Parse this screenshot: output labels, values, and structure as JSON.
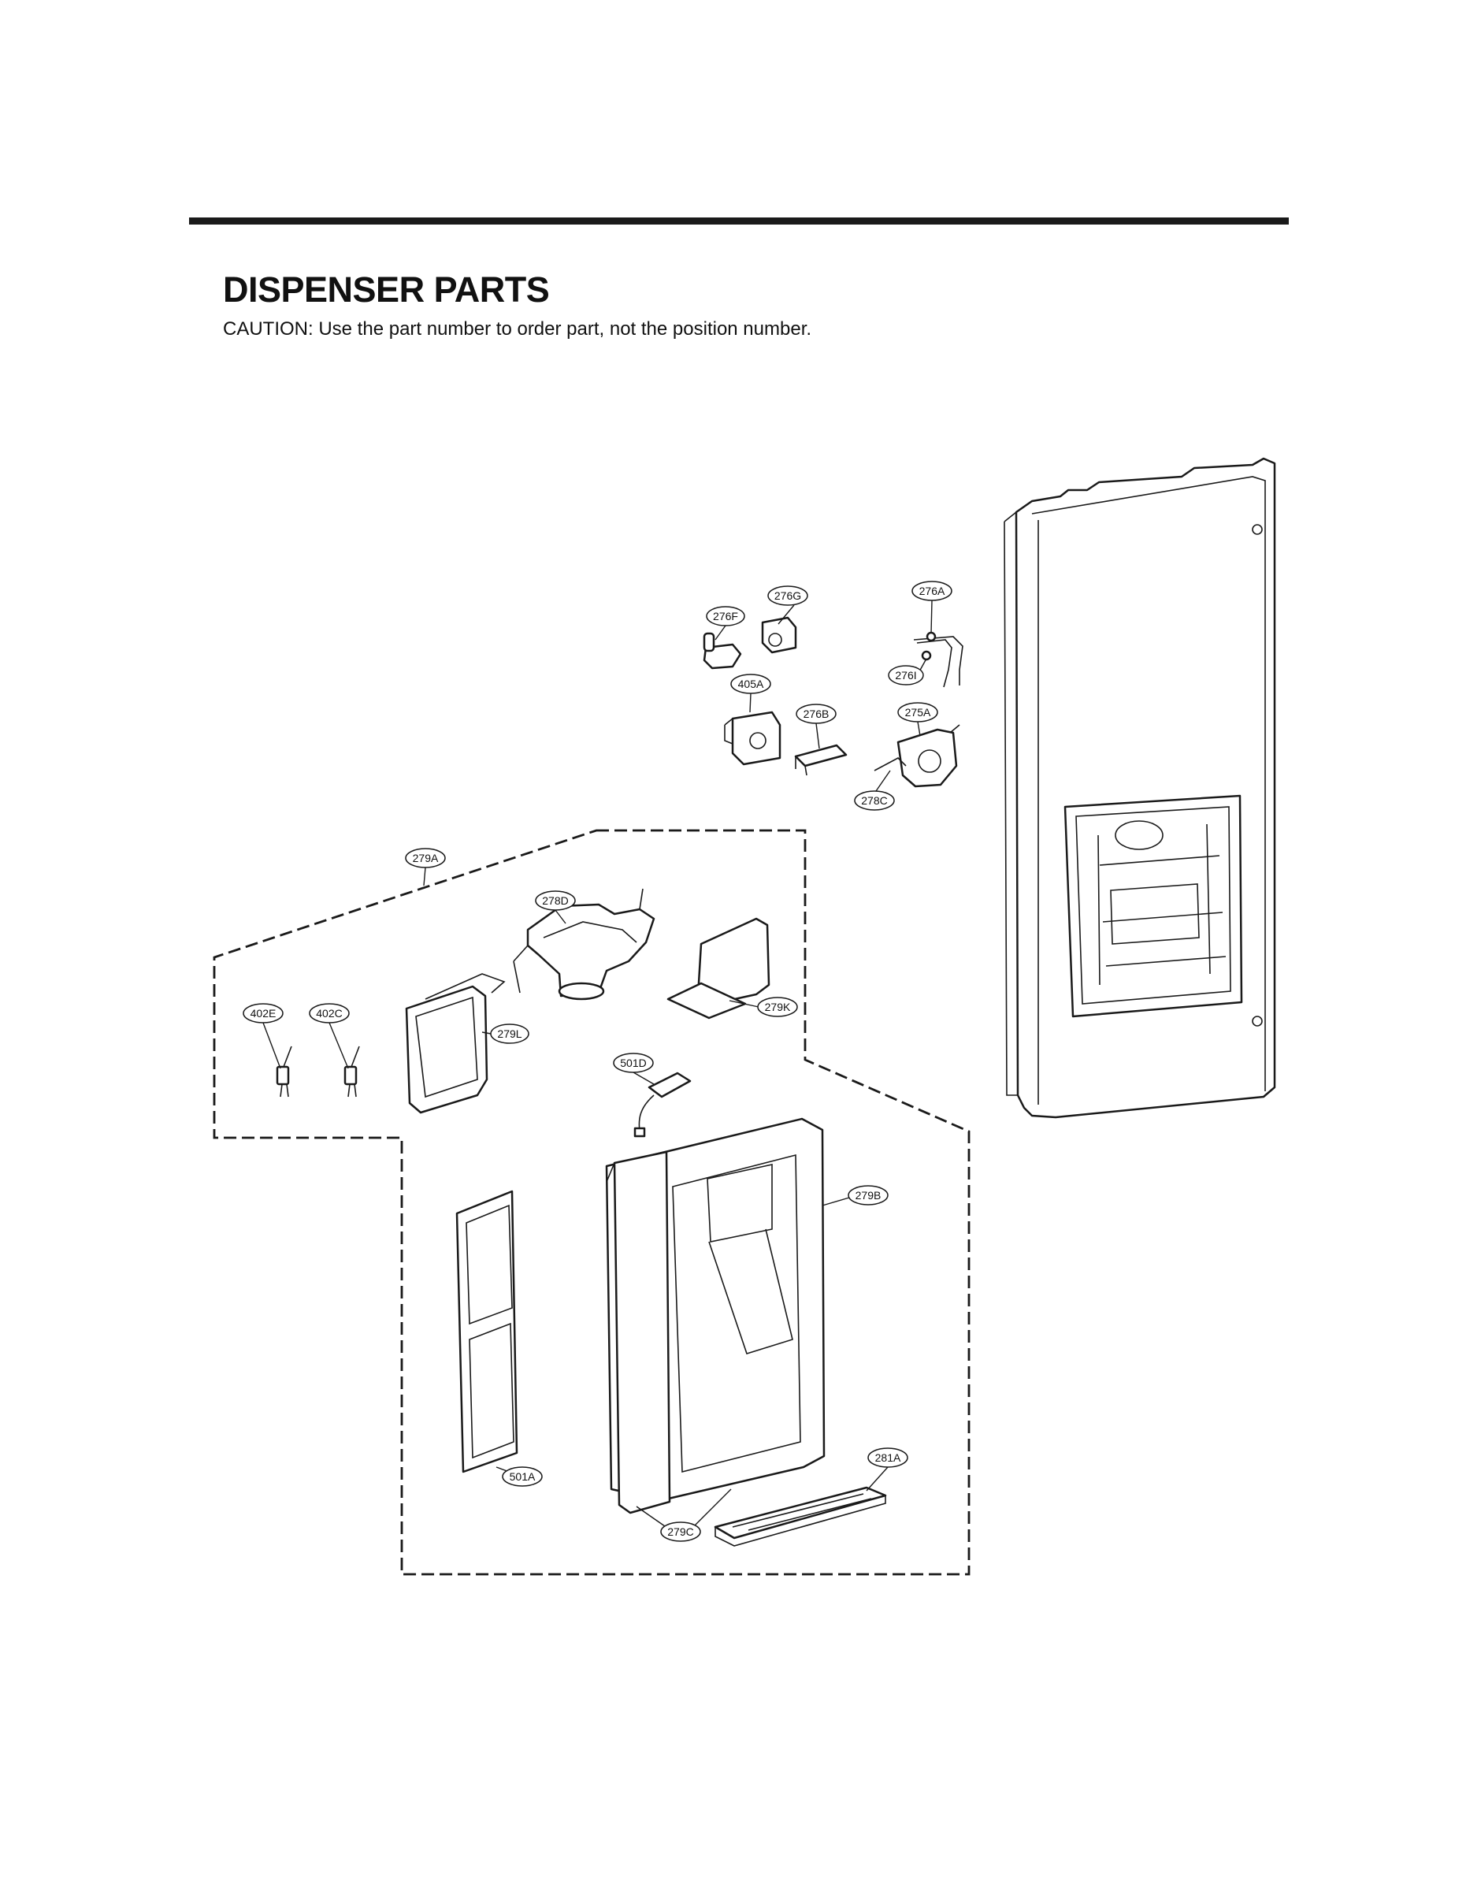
{
  "header": {
    "title": "DISPENSER PARTS",
    "caution": "CAUTION: Use the part number to order part, not the position number."
  },
  "callouts": [
    {
      "id": "276A",
      "label": "276A"
    },
    {
      "id": "276G",
      "label": "276G"
    },
    {
      "id": "276F",
      "label": "276F"
    },
    {
      "id": "276I",
      "label": "276I"
    },
    {
      "id": "405A",
      "label": "405A"
    },
    {
      "id": "276B",
      "label": "276B"
    },
    {
      "id": "275A",
      "label": "275A"
    },
    {
      "id": "278C",
      "label": "278C"
    },
    {
      "id": "279A",
      "label": "279A"
    },
    {
      "id": "278D",
      "label": "278D"
    },
    {
      "id": "279K",
      "label": "279K"
    },
    {
      "id": "402E",
      "label": "402E"
    },
    {
      "id": "402C",
      "label": "402C"
    },
    {
      "id": "279L",
      "label": "279L"
    },
    {
      "id": "501D",
      "label": "501D"
    },
    {
      "id": "279B",
      "label": "279B"
    },
    {
      "id": "501A",
      "label": "501A"
    },
    {
      "id": "281A",
      "label": "281A"
    },
    {
      "id": "279C",
      "label": "279C"
    }
  ]
}
